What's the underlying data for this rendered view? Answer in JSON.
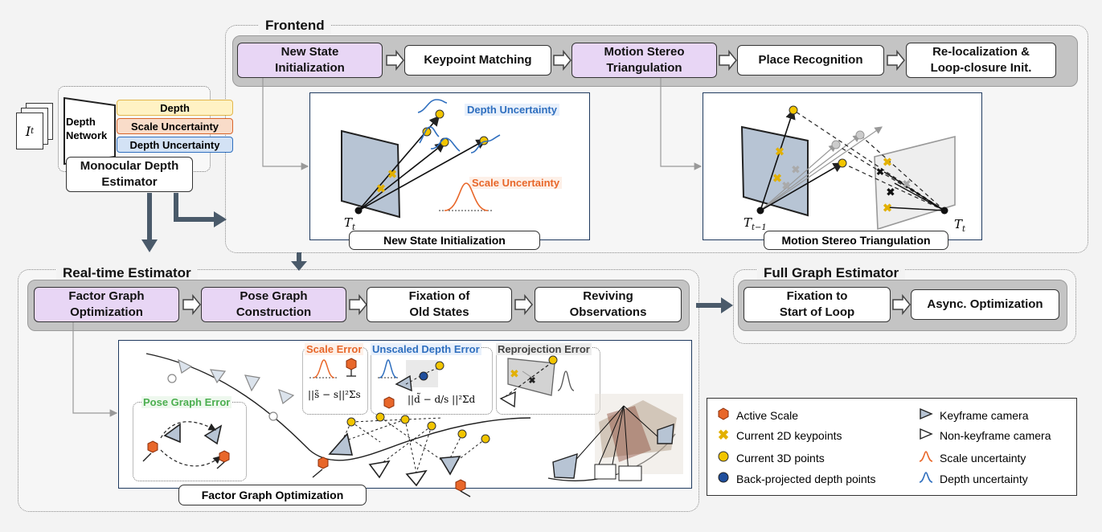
{
  "groups": {
    "frontend": "Frontend",
    "realtime": "Real-time Estimator",
    "fullgraph": "Full Graph Estimator"
  },
  "frontend_steps": [
    "New State\nInitialization",
    "Keypoint Matching",
    "Motion Stereo\nTriangulation",
    "Place Recognition",
    "Re-localization &\nLoop-closure Init."
  ],
  "realtime_steps": [
    "Factor Graph\nOptimization",
    "Pose Graph\nConstruction",
    "Fixation of\nOld States",
    "Reviving\nObservations"
  ],
  "fullgraph_steps": [
    "Fixation to\nStart of Loop",
    "Async. Optimization"
  ],
  "depth_module": {
    "input_label": "I",
    "input_subscript": "t",
    "network": "Depth\nNetwork",
    "outputs": [
      "Depth",
      "Scale Uncertainty",
      "Depth Uncertainty"
    ],
    "title": "Monocular Depth\nEstimator"
  },
  "panels": {
    "new_state": {
      "caption": "New State Initialization",
      "depth_unc": "Depth Uncertainty",
      "scale_unc": "Scale Uncertainty",
      "pose": "T",
      "pose_sub": "t"
    },
    "motion_stereo": {
      "caption": "Motion Stereo Triangulation",
      "pose_prev": "T",
      "pose_prev_sub": "t−1",
      "pose_cur": "T",
      "pose_cur_sub": "t"
    },
    "factor_graph": {
      "caption": "Factor Graph Optimization",
      "pose_graph_error": "Pose Graph Error",
      "scale_error": "Scale Error",
      "scale_formula": "||s̃ − s||²Σs",
      "unscaled_depth_error": "Unscaled Depth Error",
      "depth_formula": "||d̃ − d/s ||²Σd",
      "reprojection_error": "Reprojection Error"
    }
  },
  "legend": [
    {
      "icon": "hexagon",
      "label": "Active Scale"
    },
    {
      "icon": "keyframe",
      "label": "Keyframe camera"
    },
    {
      "icon": "cross",
      "label": "Current 2D keypoints"
    },
    {
      "icon": "nonkeyframe",
      "label": "Non-keyframe camera"
    },
    {
      "icon": "yellow-dot",
      "label": "Current 3D points"
    },
    {
      "icon": "scale-curve",
      "label": "Scale uncertainty"
    },
    {
      "icon": "blue-dot",
      "label": "Back-projected depth points"
    },
    {
      "icon": "depth-curve",
      "label": "Depth uncertainty"
    }
  ],
  "colors": {
    "purple": "#e8d6f5",
    "gray_bar": "#c4c4c4",
    "yellow": "#f2c500",
    "orange": "#e8672a",
    "blue": "#2f6fbf",
    "green": "#4caf50",
    "plane_blue": "#b7c4d4"
  }
}
